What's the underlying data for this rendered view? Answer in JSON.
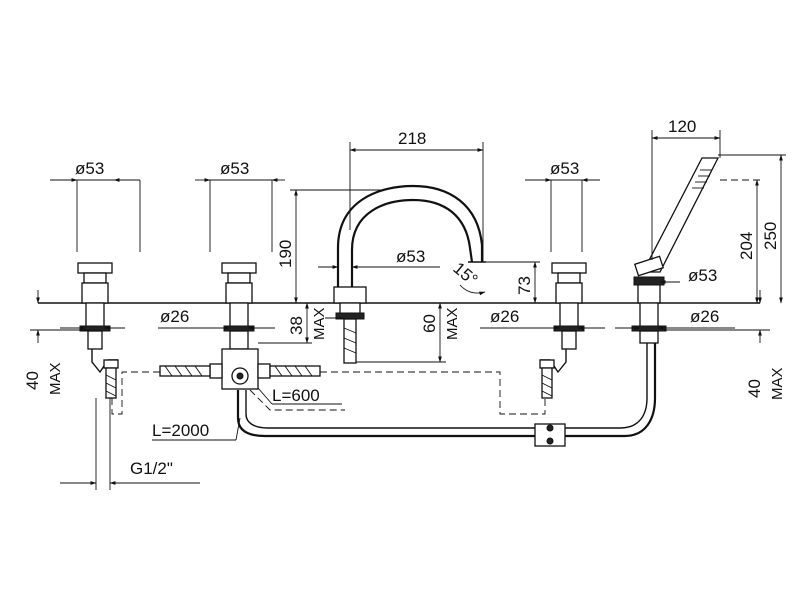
{
  "dimensions": {
    "top_width": "218",
    "hand_shower_width": "120",
    "diam_left1": "ø53",
    "diam_left2": "ø53",
    "diam_right": "ø53",
    "diam_spout": "ø53",
    "diam_shower": "ø53",
    "height_190": "190",
    "height_204": "204",
    "height_250": "250",
    "height_73": "73",
    "angle": "15°",
    "diam_base_left": "ø26",
    "diam_base_mid": "ø26",
    "diam_base_right": "ø26",
    "depth_38": "38",
    "depth_60": "60",
    "max_38": "MAX",
    "max_60": "MAX",
    "left_40": "40",
    "left_max": "MAX",
    "right_40": "40",
    "right_max": "MAX",
    "hose_600": "L=600",
    "hose_2000": "L=2000",
    "thread": "G1/2\""
  }
}
